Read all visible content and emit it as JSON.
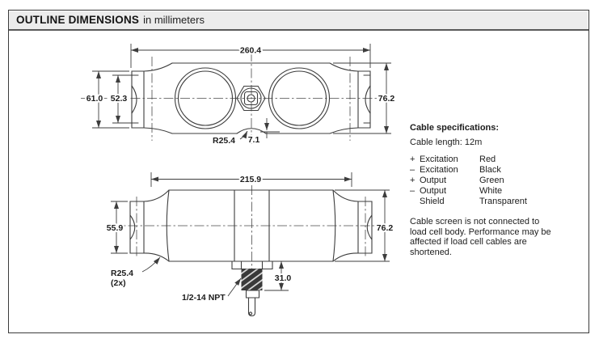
{
  "header": {
    "title": "OUTLINE DIMENSIONS",
    "subtitle": "in millimeters"
  },
  "drawing": {
    "top_view": {
      "length": "260.4",
      "end_height_outer": "61.0",
      "end_height_inner": "52.3",
      "body_height": "76.2",
      "radius": "R25.4",
      "boss_offset": "7.1"
    },
    "side_view": {
      "length": "215.9",
      "end_height": "55.9",
      "body_height": "76.2",
      "radius": "R25.4",
      "radius_qty": "(2x)",
      "fitting_length": "31.0",
      "thread_label": "1/2-14 NPT"
    }
  },
  "cable_specs": {
    "title": "Cable specifications:",
    "length_line": "Cable length: 12m",
    "wires": [
      {
        "sign": "+",
        "name": "Excitation",
        "color": "Red"
      },
      {
        "sign": "–",
        "name": "Excitation",
        "color": "Black"
      },
      {
        "sign": "+",
        "name": "Output",
        "color": "Green"
      },
      {
        "sign": "–",
        "name": "Output",
        "color": "White"
      },
      {
        "sign": "",
        "name": "Shield",
        "color": "Transparent"
      }
    ],
    "note": "Cable screen is not connected to load cell body. Performance may be affected if load cell cables are shortened."
  },
  "colors": {
    "drawing_line": "#3d3d3d",
    "header_bg": "#ececec",
    "page_border": "#3c3c3c"
  }
}
